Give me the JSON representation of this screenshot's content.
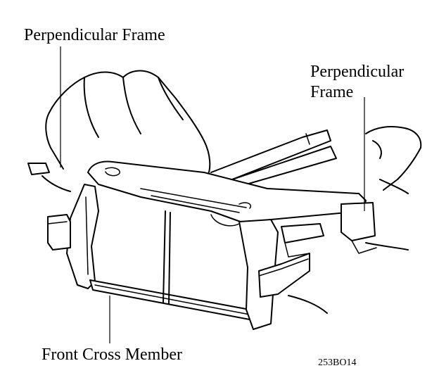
{
  "labels": {
    "perpendicular_frame_left": "Perpendicular Frame",
    "perpendicular_frame_right_line1": "Perpendicular",
    "perpendicular_frame_right_line2": "Frame",
    "front_cross_member": "Front Cross Member",
    "figure_code": "253BO14"
  }
}
